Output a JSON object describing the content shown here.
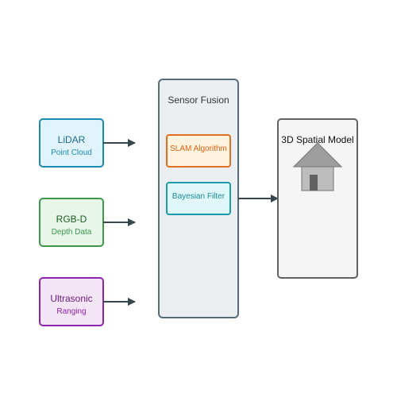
{
  "sensors": [
    {
      "name": "LiDAR",
      "subtitle": "Point Cloud"
    },
    {
      "name": "RGB-D",
      "subtitle": "Depth Data"
    },
    {
      "name": "Ultrasonic",
      "subtitle": "Ranging"
    }
  ],
  "fusion": {
    "title": "Sensor Fusion",
    "modules": [
      {
        "label": "SLAM Algorithm"
      },
      {
        "label": "Bayesian Filter"
      }
    ]
  },
  "output": {
    "title": "3D Spatial Model",
    "icon": "house-icon"
  },
  "colors": {
    "lidar_stroke": "#1a8ab5",
    "lidar_fill": "#e2f4fb",
    "rgbd_stroke": "#3a9a4a",
    "rgbd_fill": "#e8f5e9",
    "ultrasonic_stroke": "#8e24aa",
    "ultrasonic_fill": "#f3e5f5",
    "arrow": "#37474f",
    "fusion_stroke": "#546e7a",
    "fusion_fill": "#eceff1",
    "slam_stroke": "#e07020",
    "slam_fill": "#fff3e0",
    "bayes_stroke": "#1a9aaa",
    "bayes_fill": "#e0f7fa"
  }
}
